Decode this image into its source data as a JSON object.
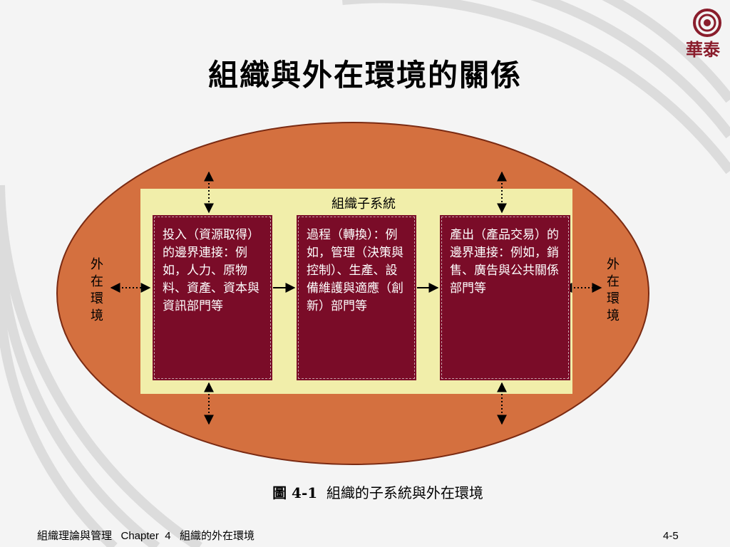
{
  "slide": {
    "title": "組織與外在環境的關係",
    "logo_text": "華泰",
    "colors": {
      "ellipse": "#d4703f",
      "subsystem_bg": "#f1eeaa",
      "box": "#7a0c28",
      "logo": "#8a1d2c"
    }
  },
  "diagram": {
    "subsystem_label": "組織子系統",
    "environment_label_left": "外在環境",
    "environment_label_right": "外在環境",
    "boxes": {
      "input": "投入（資源取得）的邊界連接：例如，人力、原物料、資產、資本與資訊部門等",
      "process": "過程（轉換）：例如，管理（決策與控制）、生產、設備維護與適應（創新）部門等",
      "output": "產出（產品交易）的邊界連接：例如，銷售、廣告與公共關係部門等"
    }
  },
  "caption": {
    "number": "圖 4-1",
    "text": "組織的子系統與外在環境"
  },
  "footer": {
    "left": "組織理論與管理   Chapter  4   組織的外在環境",
    "page": "4-5"
  }
}
